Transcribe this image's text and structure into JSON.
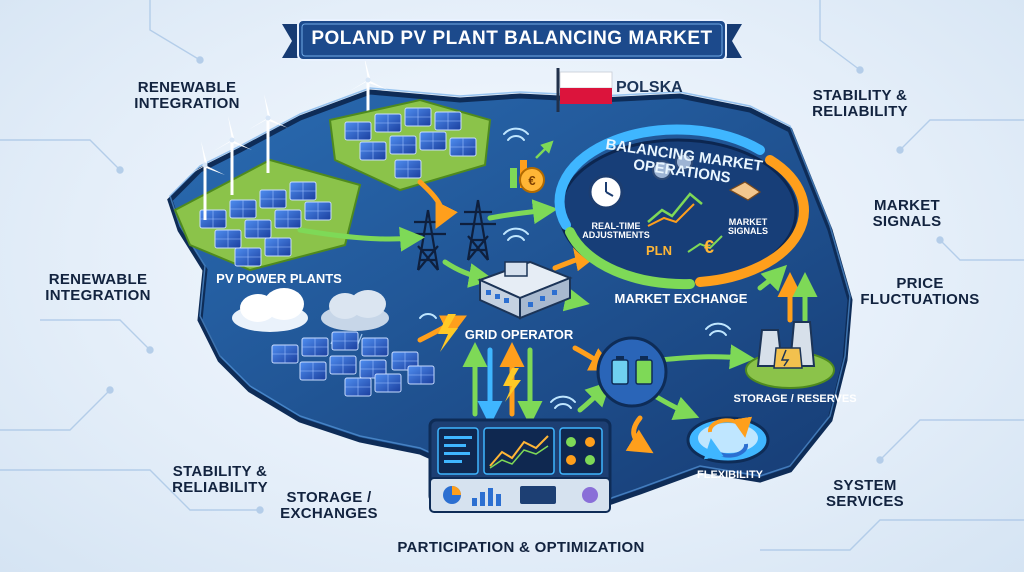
{
  "title": "POLAND PV PLANT BALANCING MARKET",
  "country_label": "POLSKA",
  "outer_labels": {
    "renewable_integration_top": "RENEWABLE INTEGRATION",
    "renewable_integration_left": "RENEWABLE INTEGRATION",
    "stability_reliability_left": "STABILITY & RELIABILITY",
    "storage_exchanges": "STORAGE / EXCHANGES",
    "participation_optimization": "PARTICIPATION & OPTIMIZATION",
    "stability_reliability_right": "STABILITY & RELIABILITY",
    "market_signals": "MARKET SIGNALS",
    "price_fluctuations": "PRICE FLUCTUATIONS",
    "system_services": "SYSTEM SERVICES"
  },
  "inner_labels": {
    "pv_power_plants": "PV POWER PLANTS",
    "balancing_market_operations": "BALANCING MARKET OPERATIONS",
    "real_time_adjustments": "REAL-TIME ADJUSTMENTS",
    "market_signals_inner": "MARKET SIGNALS",
    "pln": "PLN",
    "euro_symbol": "€",
    "market_exchange": "MARKET EXCHANGE",
    "grid_operator": "GRID OPERATOR",
    "storage_reserves": "STORAGE / RESERVES",
    "flexibility": "FLEXIBILITY"
  },
  "colors": {
    "map_fill": "#1f4f8f",
    "map_edge": "#0f2e5c",
    "banner": "#1c4a8c",
    "green_field": "#8bc34a",
    "arrow_green": "#7ed957",
    "arrow_orange": "#ff9f1c",
    "panel_blue": "#2c6fd1"
  }
}
